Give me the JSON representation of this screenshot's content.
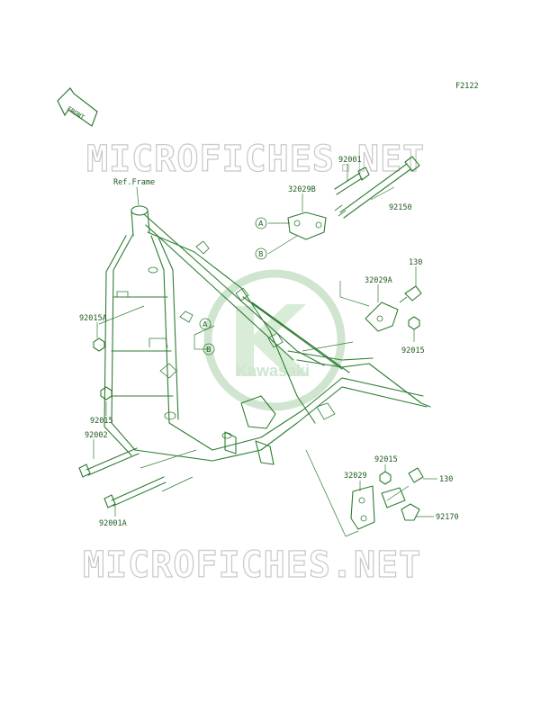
{
  "diagram_id": "F2122",
  "front_label": "FRONT",
  "watermark_text": "MICROFICHES.NET",
  "logo_text": "Kawasaki",
  "ref_frame_label": "Ref.Frame",
  "callouts": {
    "p92001": "92001",
    "p32029B": "32029B",
    "p92150": "92150",
    "refA_top": "A",
    "refB_top": "B",
    "p130_top": "130",
    "p32029A": "32029A",
    "p92015_right": "92015",
    "p92015A": "92015A",
    "refA_frame": "A",
    "refB_frame": "B",
    "p92015_left": "92015",
    "p92002": "92002",
    "p92001A": "92001A",
    "p92015_bottom": "92015",
    "p32029": "32029",
    "p130_bottom": "130",
    "p92170": "92170"
  },
  "colors": {
    "line": "#2e7d32",
    "text": "#1e5a1e",
    "watermark": "#c8c8c8",
    "logo": "#cfe5cf"
  }
}
